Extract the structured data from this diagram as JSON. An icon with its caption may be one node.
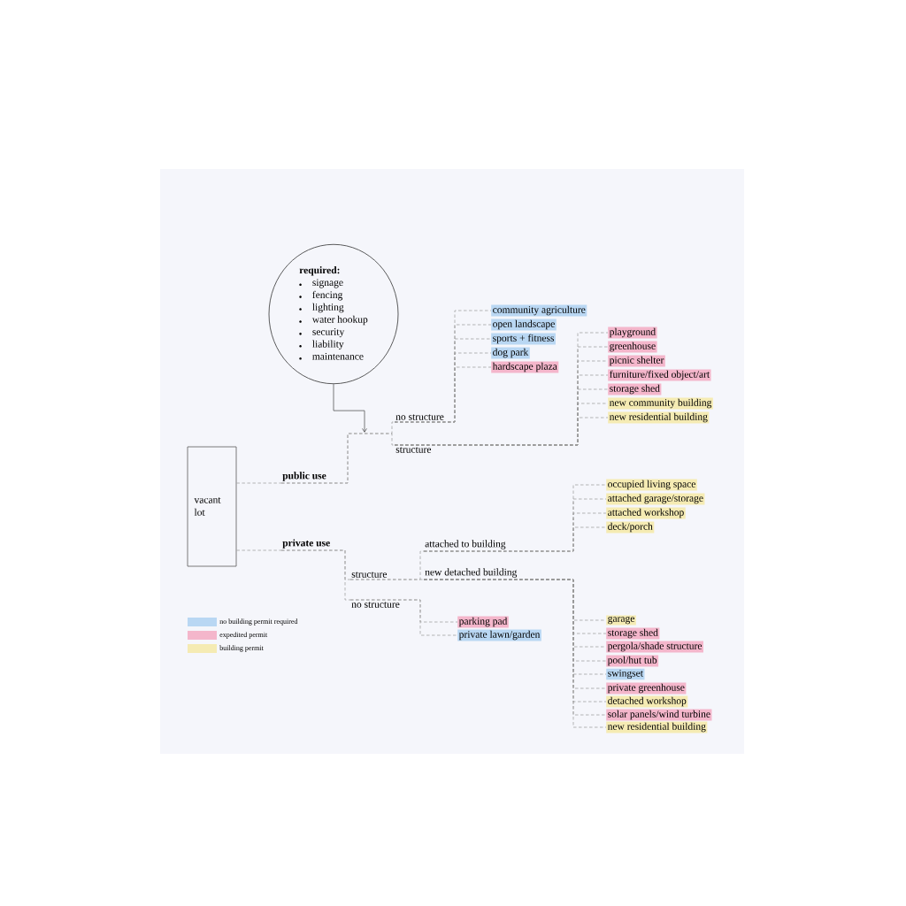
{
  "diagram": {
    "nodes": [
      {
        "text": [
          "vacant lot"
        ]
      },
      {
        "text": [
          "required:",
          "signage",
          "fencing",
          "lighting",
          "water hookup",
          "security",
          "liability",
          "maintenance"
        ]
      },
      {
        "text": [
          "public use"
        ]
      },
      {
        "text": [
          "no structure"
        ]
      },
      {
        "text": [
          "structure"
        ]
      },
      {
        "text": [
          "community agriculture"
        ]
      },
      {
        "text": [
          "open landscape"
        ]
      },
      {
        "text": [
          "sports + fitness"
        ]
      },
      {
        "text": [
          "dog park"
        ]
      },
      {
        "text": [
          "hardscape plaza"
        ]
      },
      {
        "text": [
          "playground"
        ]
      },
      {
        "text": [
          "greenhouse"
        ]
      },
      {
        "text": [
          "picnic shelter"
        ]
      },
      {
        "text": [
          "furniture/fixed object/art"
        ]
      },
      {
        "text": [
          "storage shed"
        ]
      },
      {
        "text": [
          "new community building"
        ]
      },
      {
        "text": [
          "new residential building"
        ]
      },
      {
        "text": [
          "private use"
        ]
      },
      {
        "text": [
          "structure"
        ]
      },
      {
        "text": [
          "no structure"
        ]
      },
      {
        "text": [
          "attached to building"
        ]
      },
      {
        "text": [
          "new detached building"
        ]
      },
      {
        "text": [
          "occupied living space"
        ]
      },
      {
        "text": [
          "attached garage/storage"
        ]
      },
      {
        "text": [
          "attached workshop"
        ]
      },
      {
        "text": [
          "deck/porch"
        ]
      },
      {
        "text": [
          "parking pad"
        ]
      },
      {
        "text": [
          "private lawn/garden"
        ]
      },
      {
        "text": [
          "garage"
        ]
      },
      {
        "text": [
          "storage shed"
        ]
      },
      {
        "text": [
          "pergola/shade structure"
        ]
      },
      {
        "text": [
          "pool/hut tub"
        ]
      },
      {
        "text": [
          "swingset"
        ]
      },
      {
        "text": [
          "private greenhouse"
        ]
      },
      {
        "text": [
          "detached workshop"
        ]
      },
      {
        "text": [
          "solar panels/wind turbine"
        ]
      },
      {
        "text": [
          "new residential building"
        ]
      }
    ],
    "edges": [
      {
        "from": 0,
        "to": 2,
        "arrow": "none",
        "style": "dashed"
      },
      {
        "from": 0,
        "to": 17,
        "arrow": "none",
        "style": "dashed"
      },
      {
        "from": 1,
        "to": null,
        "arrow": "to",
        "color": "#444444"
      },
      {
        "from": 2,
        "to": 3,
        "arrow": "none",
        "style": "dashed"
      },
      {
        "from": 2,
        "to": 4,
        "arrow": "none",
        "style": "dashed"
      },
      {
        "from": 3,
        "to": 5,
        "arrow": "none",
        "style": "dashed"
      },
      {
        "from": 3,
        "to": 6,
        "arrow": "none",
        "style": "dashed"
      },
      {
        "from": 3,
        "to": 7,
        "arrow": "none",
        "style": "dashed"
      },
      {
        "from": 3,
        "to": 8,
        "arrow": "none",
        "style": "dashed"
      },
      {
        "from": 3,
        "to": 9,
        "arrow": "none",
        "style": "dashed"
      },
      {
        "from": 4,
        "to": 10,
        "arrow": "none",
        "style": "dashed"
      },
      {
        "from": 4,
        "to": 11,
        "arrow": "none",
        "style": "dashed"
      },
      {
        "from": 4,
        "to": 12,
        "arrow": "none",
        "style": "dashed"
      },
      {
        "from": 4,
        "to": 13,
        "arrow": "none",
        "style": "dashed"
      },
      {
        "from": 4,
        "to": 14,
        "arrow": "none",
        "style": "dashed"
      },
      {
        "from": 4,
        "to": 15,
        "arrow": "none",
        "style": "dashed"
      },
      {
        "from": 4,
        "to": 16,
        "arrow": "none",
        "style": "dashed"
      },
      {
        "from": 17,
        "to": 18,
        "arrow": "none",
        "style": "dashed"
      },
      {
        "from": 17,
        "to": 19,
        "arrow": "none",
        "style": "dashed"
      },
      {
        "from": 18,
        "to": 20,
        "arrow": "none",
        "style": "dashed"
      },
      {
        "from": 18,
        "to": 21,
        "arrow": "none",
        "style": "dashed"
      },
      {
        "from": 20,
        "to": 22,
        "arrow": "none",
        "style": "dashed"
      },
      {
        "from": 20,
        "to": 23,
        "arrow": "none",
        "style": "dashed"
      },
      {
        "from": 20,
        "to": 24,
        "arrow": "none",
        "style": "dashed"
      },
      {
        "from": 20,
        "to": 25,
        "arrow": "none",
        "style": "dashed"
      },
      {
        "from": 19,
        "to": 26,
        "arrow": "none",
        "style": "dashed"
      },
      {
        "from": 19,
        "to": 27,
        "arrow": "none",
        "style": "dashed"
      },
      {
        "from": 21,
        "to": 28,
        "arrow": "none",
        "style": "dashed"
      },
      {
        "from": 21,
        "to": 29,
        "arrow": "none",
        "style": "dashed"
      },
      {
        "from": 21,
        "to": 30,
        "arrow": "none",
        "style": "dashed"
      },
      {
        "from": 21,
        "to": 31,
        "arrow": "none",
        "style": "dashed"
      },
      {
        "from": 21,
        "to": 32,
        "arrow": "none",
        "style": "dashed"
      },
      {
        "from": 21,
        "to": 33,
        "arrow": "none",
        "style": "dashed"
      },
      {
        "from": 21,
        "to": 34,
        "arrow": "none",
        "style": "dashed"
      },
      {
        "from": 21,
        "to": 35,
        "arrow": "none",
        "style": "dashed"
      },
      {
        "from": 21,
        "to": 36,
        "arrow": "none",
        "style": "dashed"
      }
    ],
    "legend": [
      {
        "text": "no building permit required",
        "color": "#b9d7f3"
      },
      {
        "text": "expedited permit",
        "color": "#f4b6cb"
      },
      {
        "text": "building permit",
        "color": "#f5ebb3"
      }
    ]
  }
}
